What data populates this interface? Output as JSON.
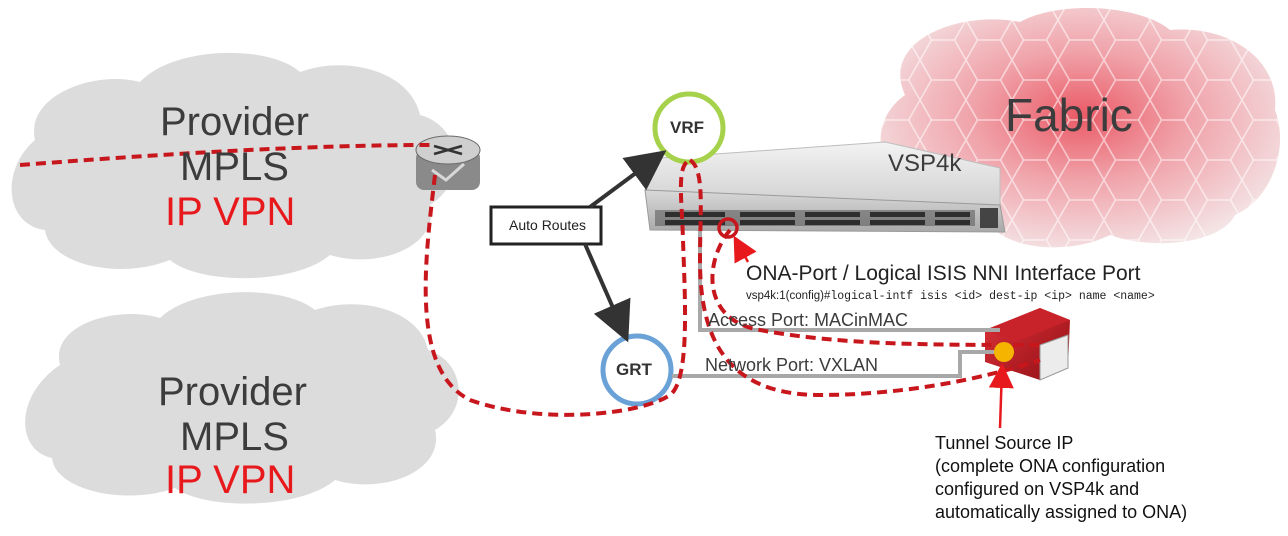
{
  "clouds": [
    {
      "line1": "Provider",
      "line2": "MPLS",
      "line3": "IP VPN"
    },
    {
      "line1": "Provider",
      "line2": "MPLS",
      "line3": "IP VPN"
    }
  ],
  "fabric": {
    "title": "Fabric"
  },
  "switch": {
    "name": "VSP4k"
  },
  "nodes": {
    "vrf": "VRF",
    "grt": "GRT"
  },
  "auto_routes": "Auto Routes",
  "ona_port": {
    "title": "ONA-Port / Logical ISIS NNI Interface Port",
    "cmd_prefix": "vsp4k:1(config)#",
    "cmd_body": "logical-intf isis <id> dest-ip <ip> name <name>"
  },
  "links": {
    "access_port": "Access Port: MACinMAC",
    "network_port": "Network  Port: VXLAN"
  },
  "tunnel_note": {
    "line1": "Tunnel Source IP",
    "line2": "(complete ONA configuration",
    "line3": "configured on VSP4k and",
    "line4": "automatically  assigned to ONA)"
  },
  "colors": {
    "dashed_path": "#c8161d",
    "vrf_ring": "#a6d14a",
    "grt_ring": "#6aa2d8",
    "red_text": "#e8191d",
    "fabric_fill": "#e8858c"
  }
}
